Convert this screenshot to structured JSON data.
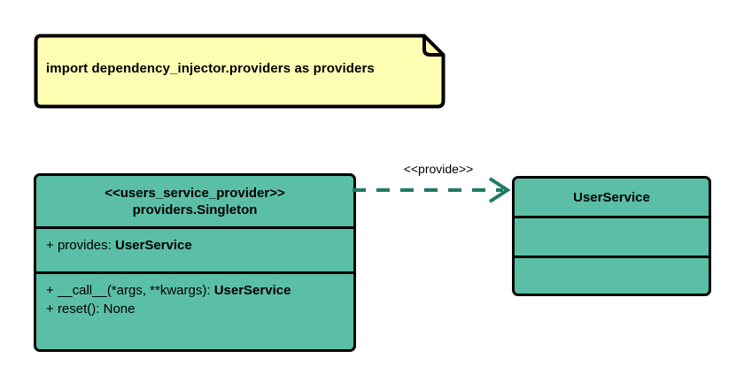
{
  "diagram": {
    "type": "uml-class-diagram",
    "background_color": "#ffffff",
    "colors": {
      "class_fill": "#5bbfa7",
      "class_border": "#000000",
      "note_fill": "#ffffb3",
      "note_border": "#000000",
      "relationship": "#1f7a66",
      "text": "#000000"
    }
  },
  "note": {
    "name": "import-note",
    "text": "import dependency_injector.providers as providers"
  },
  "classes": [
    {
      "id": "users-service-provider",
      "stereotype": "<<users_service_provider>>",
      "name": "providers.Singleton",
      "attributes": [
        {
          "visibility": "+",
          "label": "provides: ",
          "type": "UserService"
        }
      ],
      "methods": [
        {
          "visibility": "+",
          "label": "__call__(*args, **kwargs): ",
          "type": "UserService"
        },
        {
          "visibility": "+",
          "label": "reset(): None",
          "type": ""
        }
      ]
    },
    {
      "id": "user-service",
      "stereotype": "",
      "name": "UserService",
      "attributes": [],
      "methods": []
    }
  ],
  "relationships": [
    {
      "id": "provide-dependency",
      "label": "<<provide>>",
      "style": "dashed",
      "arrowhead": "open",
      "from": "users-service-provider",
      "to": "user-service"
    }
  ]
}
